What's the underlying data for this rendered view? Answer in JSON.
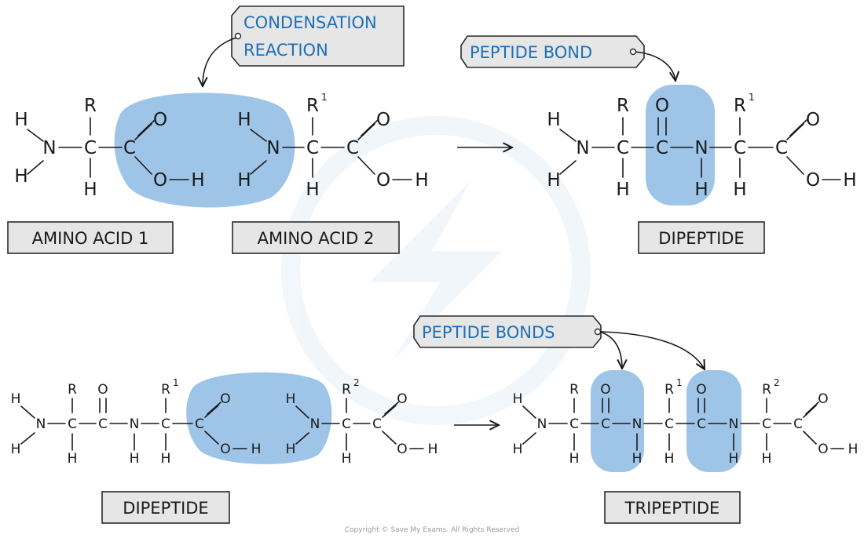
{
  "callouts": {
    "condensation_line1": "CONDENSATION",
    "condensation_line2": "REACTION",
    "peptide_bond": "PEPTIDE BOND",
    "peptide_bonds": "PEPTIDE BONDS"
  },
  "labels": {
    "amino_acid_1": "AMINO ACID 1",
    "amino_acid_2": "AMINO ACID 2",
    "dipeptide_top": "DIPEPTIDE",
    "dipeptide_bottom": "DIPEPTIDE",
    "tripeptide": "TRIPEPTIDE"
  },
  "atoms": {
    "H": "H",
    "N": "N",
    "C": "C",
    "O": "O",
    "R": "R"
  },
  "superscripts": {
    "one": "1",
    "two": "2"
  },
  "copyright": "Copyright © Save My Exams. All Rights Reserved",
  "colors": {
    "highlight": "#9ec5e8",
    "callout_text": "#1e6fb8",
    "box_fill": "#e6e6e6"
  }
}
